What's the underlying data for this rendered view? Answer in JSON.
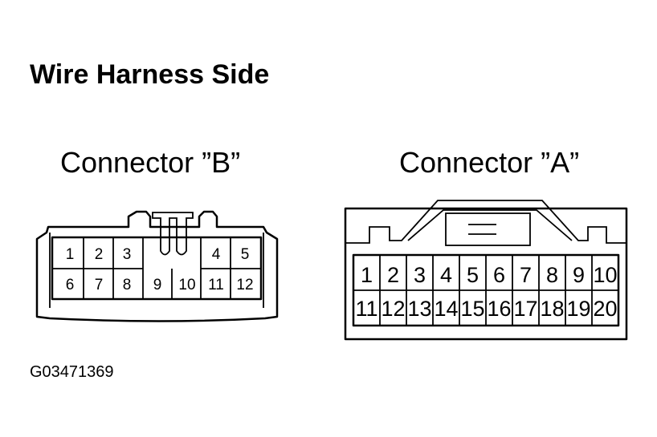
{
  "title": "Wire Harness Side",
  "figure_id": "G03471369",
  "connector_b": {
    "label": "Connector ”B”",
    "pins_top_left": [
      "1",
      "2",
      "3"
    ],
    "pins_top_right": [
      "4",
      "5"
    ],
    "pins_bottom": [
      "6",
      "7",
      "8",
      "9",
      "10",
      "11",
      "12"
    ]
  },
  "connector_a": {
    "label": "Connector ”A”",
    "pins_top": [
      "1",
      "2",
      "3",
      "4",
      "5",
      "6",
      "7",
      "8",
      "9",
      "10"
    ],
    "pins_bottom": [
      "11",
      "12",
      "13",
      "14",
      "15",
      "16",
      "17",
      "18",
      "19",
      "20"
    ]
  },
  "colors": {
    "line": "#000000",
    "background": "#ffffff"
  }
}
